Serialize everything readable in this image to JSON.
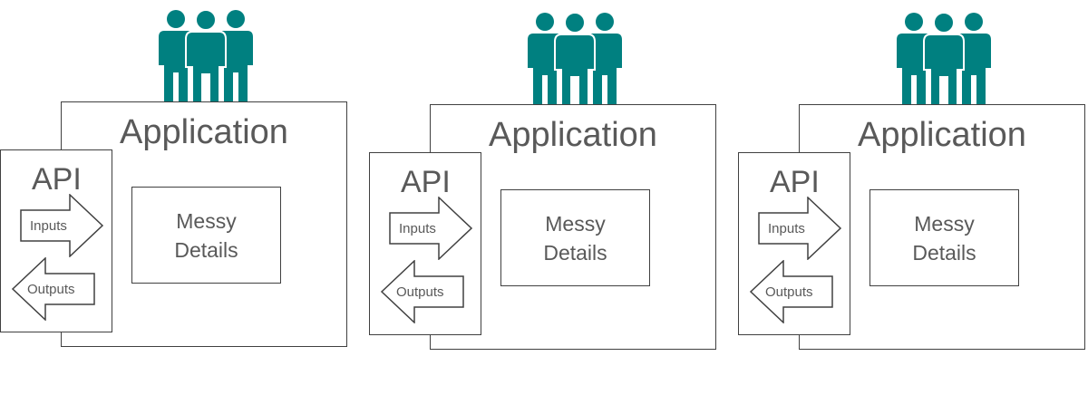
{
  "colors": {
    "people": "#008080",
    "border": "#404040",
    "text": "#595959"
  },
  "units": [
    {
      "app_title": "Application",
      "api_title": "API",
      "inputs_label": "Inputs",
      "outputs_label": "Outputs",
      "details_text": "Messy\nDetails"
    },
    {
      "app_title": "Application",
      "api_title": "API",
      "inputs_label": "Inputs",
      "outputs_label": "Outputs",
      "details_text": "Messy\nDetails"
    },
    {
      "app_title": "Application",
      "api_title": "API",
      "inputs_label": "Inputs",
      "outputs_label": "Outputs",
      "details_text": "Messy\nDetails"
    }
  ]
}
